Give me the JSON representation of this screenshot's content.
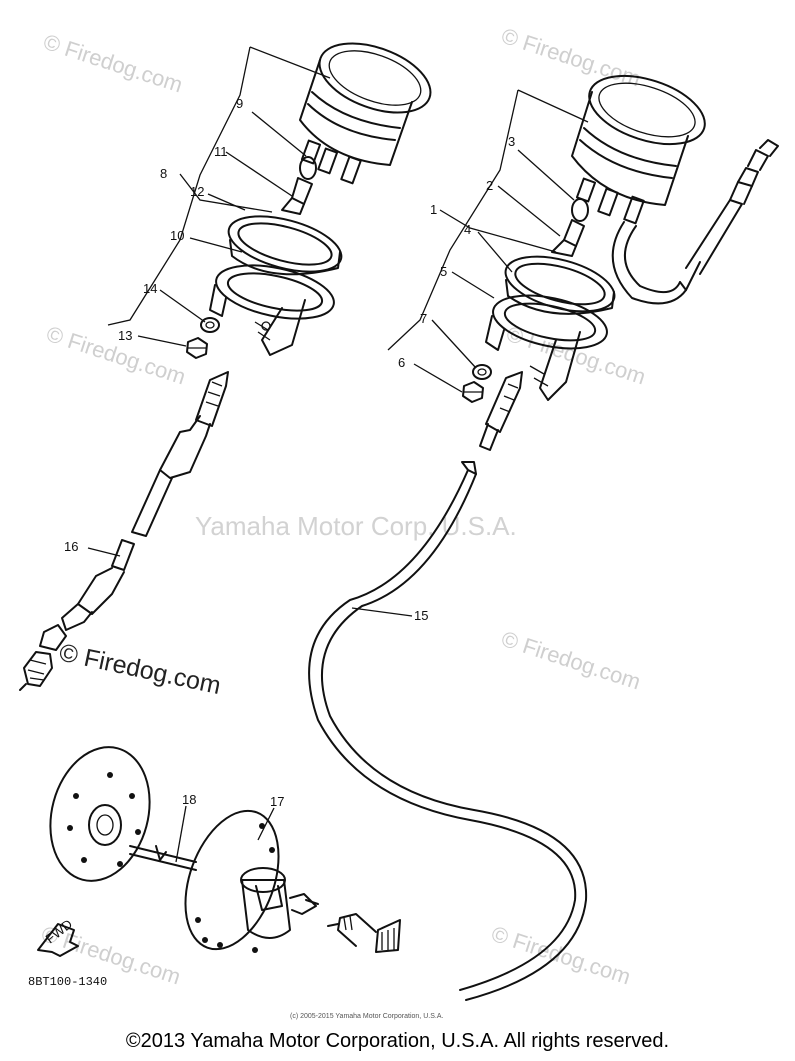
{
  "diagram": {
    "callouts": [
      "1",
      "2",
      "3",
      "4",
      "5",
      "6",
      "7",
      "8",
      "9",
      "10",
      "11",
      "12",
      "13",
      "14",
      "15",
      "16",
      "17",
      "18"
    ],
    "part_code": "8BT100-1340",
    "fwd_label": "FWD",
    "watermarks": {
      "small": "© Firedog.com",
      "center": "Yamaha Motor Corp, U.S.A.",
      "dark": "© Firedog.com"
    },
    "fine_print": "(c) 2005-2015 Yamaha Motor Corporation, U.S.A."
  },
  "footer": {
    "copyright": "©2013 Yamaha Motor Corporation, U.S.A. All rights reserved."
  }
}
